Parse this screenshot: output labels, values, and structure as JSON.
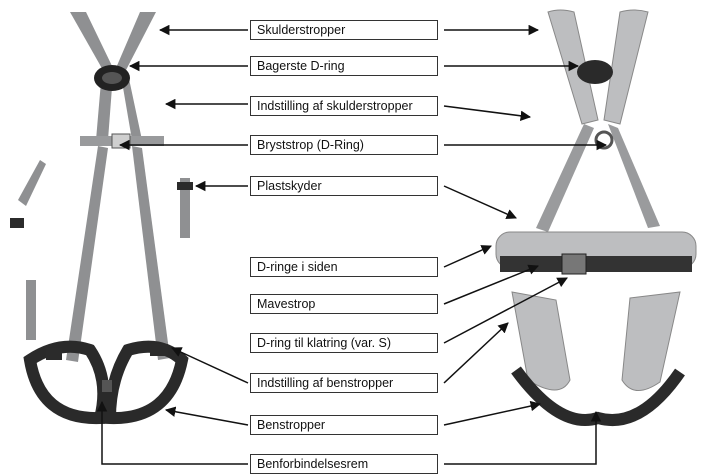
{
  "labels": [
    {
      "id": "skulderstropper",
      "text": "Skulderstropper"
    },
    {
      "id": "bagerste-d-ring",
      "text": "Bagerste D-ring"
    },
    {
      "id": "indstilling-skulderstropper",
      "text": "Indstilling af skulderstropper"
    },
    {
      "id": "bryststrop",
      "text": "Bryststrop (D-Ring)"
    },
    {
      "id": "plastskyder",
      "text": "Plastskyder"
    },
    {
      "id": "d-ringe-i-siden",
      "text": "D-ringe i siden"
    },
    {
      "id": "mavestrop",
      "text": "Mavestrop"
    },
    {
      "id": "d-ring-klatring",
      "text": "D-ring til klatring (var. S)"
    },
    {
      "id": "indstilling-benstropper",
      "text": "Indstilling af benstropper"
    },
    {
      "id": "benstropper",
      "text": "Benstropper"
    },
    {
      "id": "benforbindelsesrem",
      "text": "Benforbindelsesrem"
    }
  ],
  "colors": {
    "webbing_left": "#8f9092",
    "webbing_right": "#9a9b9d",
    "padding": "#bdbec0",
    "buckle": "#2b2b2b",
    "arrow": "#111111"
  }
}
